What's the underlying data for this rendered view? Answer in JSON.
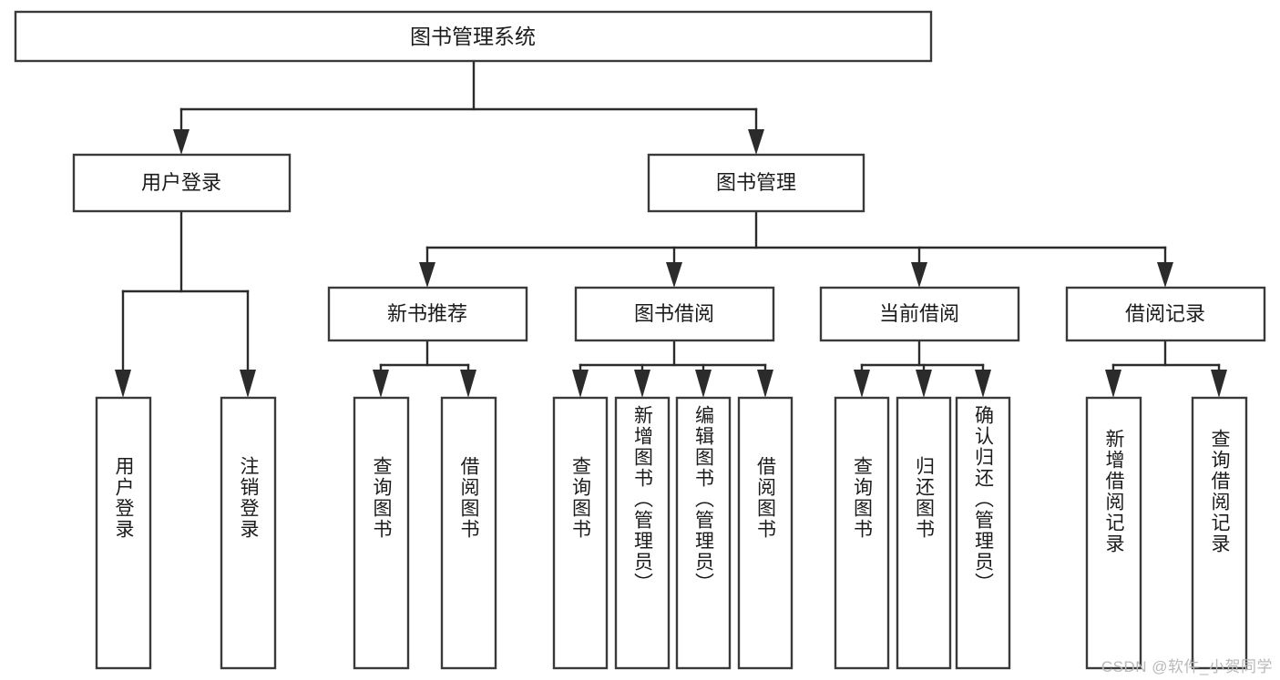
{
  "diagram": {
    "title": "图书管理系统",
    "type": "tree",
    "watermark": "CSDN @软件_小贺同学",
    "colors": {
      "box_stroke": "#3a3a3a",
      "connector": "#2b2b2b",
      "background": "#ffffff",
      "text": "#1b1b1b",
      "watermark": "#b9b9b9"
    },
    "root": {
      "label": "图书管理系统"
    },
    "level2": [
      {
        "label": "用户登录"
      },
      {
        "label": "图书管理"
      }
    ],
    "level3": [
      {
        "label": "新书推荐"
      },
      {
        "label": "图书借阅"
      },
      {
        "label": "当前借阅"
      },
      {
        "label": "借阅记录"
      }
    ],
    "leaves": {
      "user_login": [
        {
          "label": "用户登录"
        },
        {
          "label": "注销登录"
        }
      ],
      "new_book_recommend": [
        {
          "label": "查询图书"
        },
        {
          "label": "借阅图书"
        }
      ],
      "book_borrow": [
        {
          "label": "查询图书"
        },
        {
          "label": "新增图书（管理员）"
        },
        {
          "label": "编辑图书（管理员）"
        },
        {
          "label": "借阅图书"
        }
      ],
      "current_borrow": [
        {
          "label": "查询图书"
        },
        {
          "label": "归还图书"
        },
        {
          "label": "确认归还（管理员）"
        }
      ],
      "borrow_records": [
        {
          "label": "新增借阅记录"
        },
        {
          "label": "查询借阅记录"
        }
      ]
    }
  }
}
